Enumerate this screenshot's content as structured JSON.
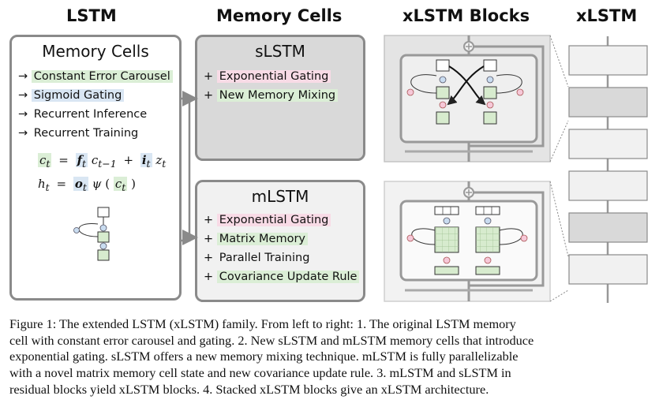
{
  "headers": {
    "lstm": "LSTM",
    "memory_cells": "Memory Cells",
    "xlstm_blocks": "xLSTM Blocks",
    "xlstm": "xLSTM"
  },
  "lstm_panel": {
    "title": "Memory Cells",
    "items": [
      {
        "arrow": "→",
        "label": "Constant Error Carousel"
      },
      {
        "arrow": "→",
        "label": "Sigmoid Gating"
      },
      {
        "arrow": "→",
        "label": "Recurrent Inference"
      },
      {
        "arrow": "→",
        "label": "Recurrent Training"
      }
    ],
    "formula1": {
      "lhs": "c",
      "lhs_sub": "t",
      "eq": "=",
      "f": "f",
      "f_sub": "t",
      "c_prev": "c",
      "c_prev_sub": "t−1",
      "plus": "+",
      "i": "i",
      "i_sub": "t",
      "z": "z",
      "z_sub": "t"
    },
    "formula2": {
      "lhs": "h",
      "lhs_sub": "t",
      "eq": "=",
      "o": "o",
      "o_sub": "t",
      "psi": "ψ",
      "open": "(",
      "c": "c",
      "c_sub": "t",
      "close": ")"
    }
  },
  "slstm_panel": {
    "title": "sLSTM",
    "items": [
      {
        "prefix": "+",
        "label": "Exponential Gating"
      },
      {
        "prefix": "+",
        "label": "New Memory Mixing"
      }
    ]
  },
  "mlstm_panel": {
    "title": "mLSTM",
    "items": [
      {
        "prefix": "+",
        "label": "Exponential Gating"
      },
      {
        "prefix": "+",
        "label": "Matrix Memory"
      },
      {
        "prefix": "+",
        "label": "Parallel Training"
      },
      {
        "prefix": "+",
        "label": "Covariance Update Rule"
      }
    ]
  },
  "stack": {
    "block_kinds": [
      "m",
      "s",
      "m",
      "m",
      "s",
      "m"
    ]
  },
  "caption": {
    "lines": [
      "Figure 1: The extended LSTM (xLSTM) family. From left to right: 1. The original LSTM memory",
      "cell with constant error carousel and gating. 2. New sLSTM and mLSTM memory cells that introduce",
      "exponential gating. sLSTM offers a new memory mixing technique. mLSTM is fully parallelizable",
      "with a novel matrix memory cell state and new covariance update rule. 3. mLSTM and sLSTM in",
      "residual blocks yield xLSTM blocks. 4. Stacked xLSTM blocks give an xLSTM architecture."
    ]
  },
  "colors": {
    "green_highlight": "#dbeed6",
    "blue_highlight": "#d9e6f3",
    "pink_highlight": "#f8dbe6",
    "slstm_fill": "#d9d9d9",
    "mlstm_fill": "#f1f1f1",
    "border_gray": "#8a8a8a",
    "cell_green": "#d7ebce",
    "gate_pink": "#f6c8d8",
    "gate_blue": "#c9dcf0"
  }
}
